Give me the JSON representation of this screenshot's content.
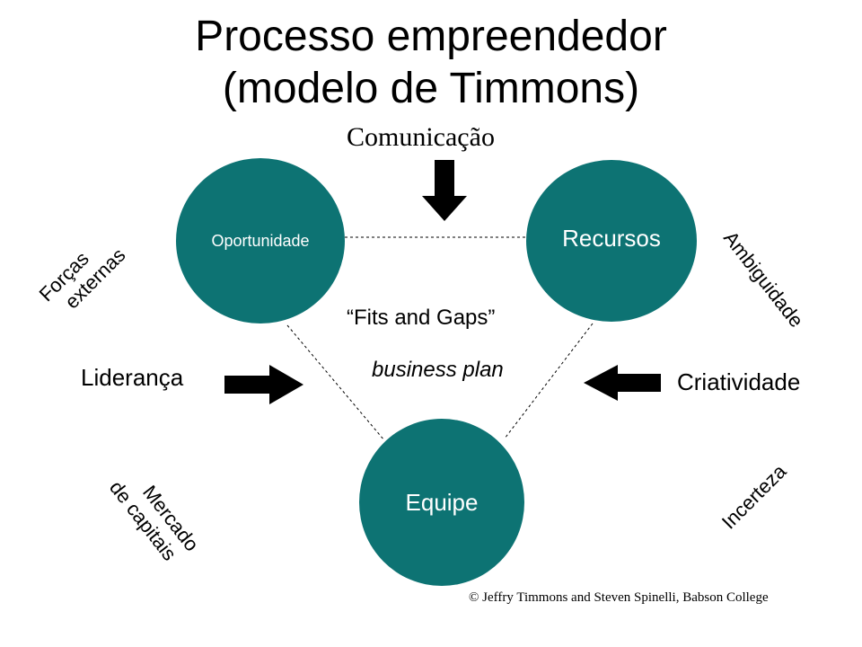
{
  "title": {
    "line1": "Processo empreendedor",
    "line2": "(modelo de Timmons)"
  },
  "nodes": {
    "oportunidade": "Oportunidade",
    "recursos": "Recursos",
    "equipe": "Equipe"
  },
  "center": {
    "fits": "“Fits and Gaps”",
    "plan": "business plan"
  },
  "forces": {
    "comunicacao": "Comunicação",
    "lideranca": "Liderança",
    "criatividade": "Criatividade",
    "forcas_line1": "Forças",
    "forcas_line2": "externas",
    "ambiguidade": "Ambiguidade",
    "mercado_line1": "Mercado",
    "mercado_line2": "de capitais",
    "incerteza": "Incerteza"
  },
  "footer": {
    "copyright": "© Jeffry Timmons and Steven Spinelli, Babson College"
  },
  "colors": {
    "circle": "#0d7373",
    "arrow": "#000000"
  }
}
